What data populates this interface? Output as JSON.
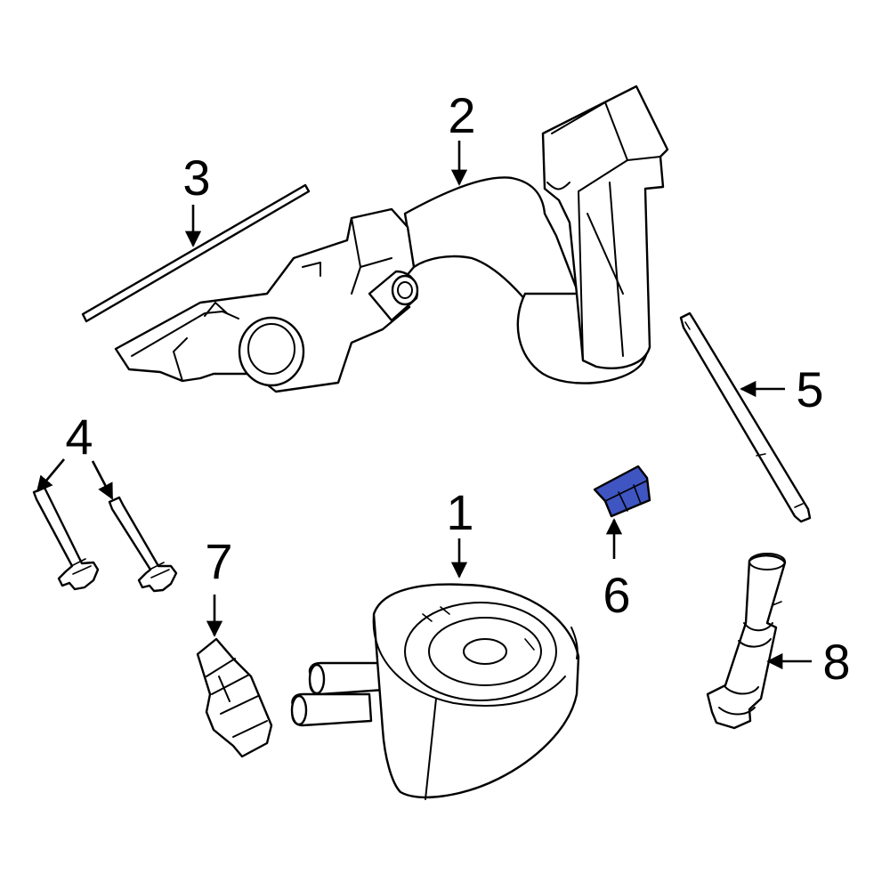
{
  "callouts": [
    {
      "id": "1",
      "label": "1"
    },
    {
      "id": "2",
      "label": "2"
    },
    {
      "id": "3",
      "label": "3"
    },
    {
      "id": "4",
      "label": "4"
    },
    {
      "id": "5",
      "label": "5"
    },
    {
      "id": "6",
      "label": "6"
    },
    {
      "id": "7",
      "label": "7"
    },
    {
      "id": "8",
      "label": "8"
    }
  ],
  "colors": {
    "highlight": "#3e55c2",
    "line": "#000000",
    "background": "#ffffff"
  }
}
